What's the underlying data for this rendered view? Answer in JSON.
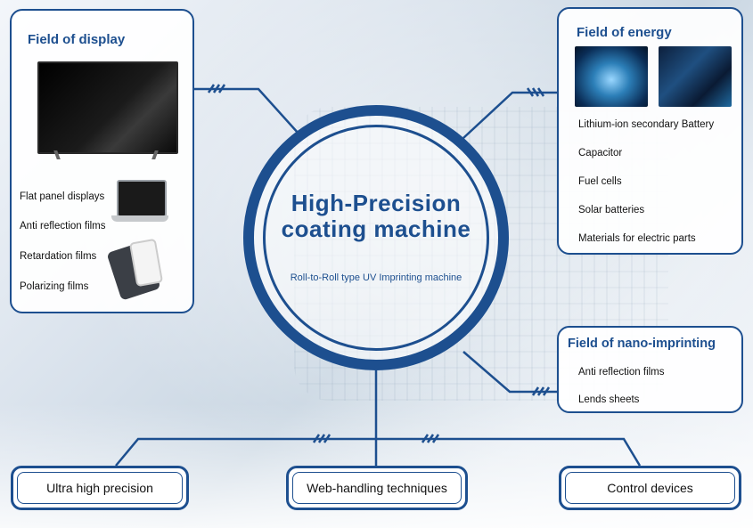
{
  "hub": {
    "title_line1": "High-Precision",
    "title_line2": "coating machine",
    "subtitle": "Roll-to-Roll type UV Imprinting machine"
  },
  "display": {
    "title": "Field of display",
    "items": [
      "Flat panel displays",
      "Anti reflection films",
      "Retardation films",
      "Polarizing films"
    ]
  },
  "energy": {
    "title": "Field of energy",
    "items": [
      "Lithium-ion secondary Battery",
      "Capacitor",
      "Fuel cells",
      "Solar batteries",
      "Materials for electric parts"
    ]
  },
  "nano": {
    "title": "Field of nano-imprinting",
    "items": [
      "Anti reflection films",
      "Lends sheets"
    ]
  },
  "bottom": {
    "ultra": "Ultra high precision",
    "web": "Web-handling techniques",
    "control": "Control devices"
  },
  "colors": {
    "accent": "#1d4f8f"
  }
}
